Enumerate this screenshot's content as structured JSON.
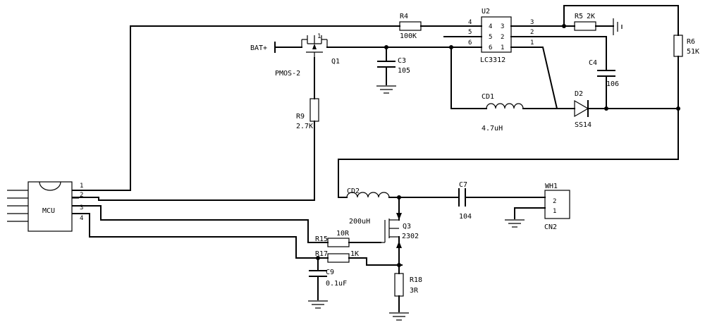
{
  "labels": {
    "bat": "BAT+",
    "q1": "Q1",
    "pmos": "PMOS-2",
    "r9": "R9",
    "r9_val": "2.7K",
    "r4": "R4",
    "r4_val": "100K",
    "c3": "C3",
    "c3_val": "105",
    "u2": "U2",
    "u2_part": "LC3312",
    "u2_pin4_out": "4",
    "u2_pin5_out": "5",
    "u2_pin6_out": "6",
    "u2_pin4_in": "4",
    "u2_pin5_in": "5",
    "u2_pin6_in": "6",
    "u2_pin3_in": "3",
    "u2_pin2_in": "2",
    "u2_pin1_in": "1",
    "u2_pin3_out": "3",
    "u2_pin2_out": "2",
    "u2_pin1_out": "1",
    "r5": "R5",
    "r5_val": "2K",
    "c4": "C4",
    "c4_val": "106",
    "r6": "R6",
    "r6_val": "51K",
    "cd1": "CD1",
    "cd1_val": "4.7uH",
    "d2": "D2",
    "d2_val": "SS14",
    "mcu": "MCU",
    "mcu_pin1": "1",
    "mcu_pin2": "2",
    "mcu_pin3": "3",
    "mcu_pin4": "4",
    "cd2": "CD2",
    "cd2_val": "200uH",
    "c7": "C7",
    "c7_val": "104",
    "wh": "WH1",
    "cn_pin2": "2",
    "cn_pin1": "1",
    "cn2": "CN2",
    "q3": "Q3",
    "q3_part": "2302",
    "r15": "R15",
    "r15_val": "10R",
    "r17": "R17",
    "r17_val": "1K",
    "c9": "C9",
    "c9_val": "0.1uF",
    "r18": "R18",
    "r18_val": "3R"
  }
}
